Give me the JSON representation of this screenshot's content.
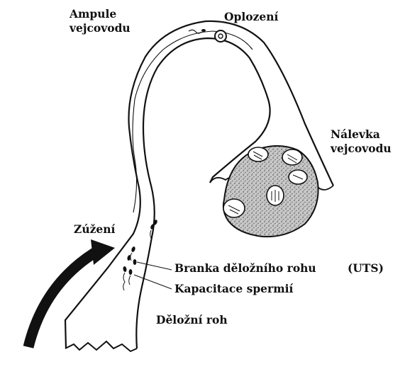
{
  "labels": {
    "ampule_line1": "Ampule",
    "ampule_line2": "vejcovodu",
    "oplozeni": "Oplození",
    "nalevka_line1": "Nálevka",
    "nalevka_line2": "vejcovodu",
    "zuzeni": "Zúžení",
    "branka": "Branka děložního rohu",
    "uts": "(UTS)",
    "kapacitace": "Kapacitace spermií",
    "delozni_roh": "Děložní roh"
  },
  "colors": {
    "ink": "#111111",
    "oocyte_fill": "#bdbdbd",
    "background": "#ffffff"
  }
}
